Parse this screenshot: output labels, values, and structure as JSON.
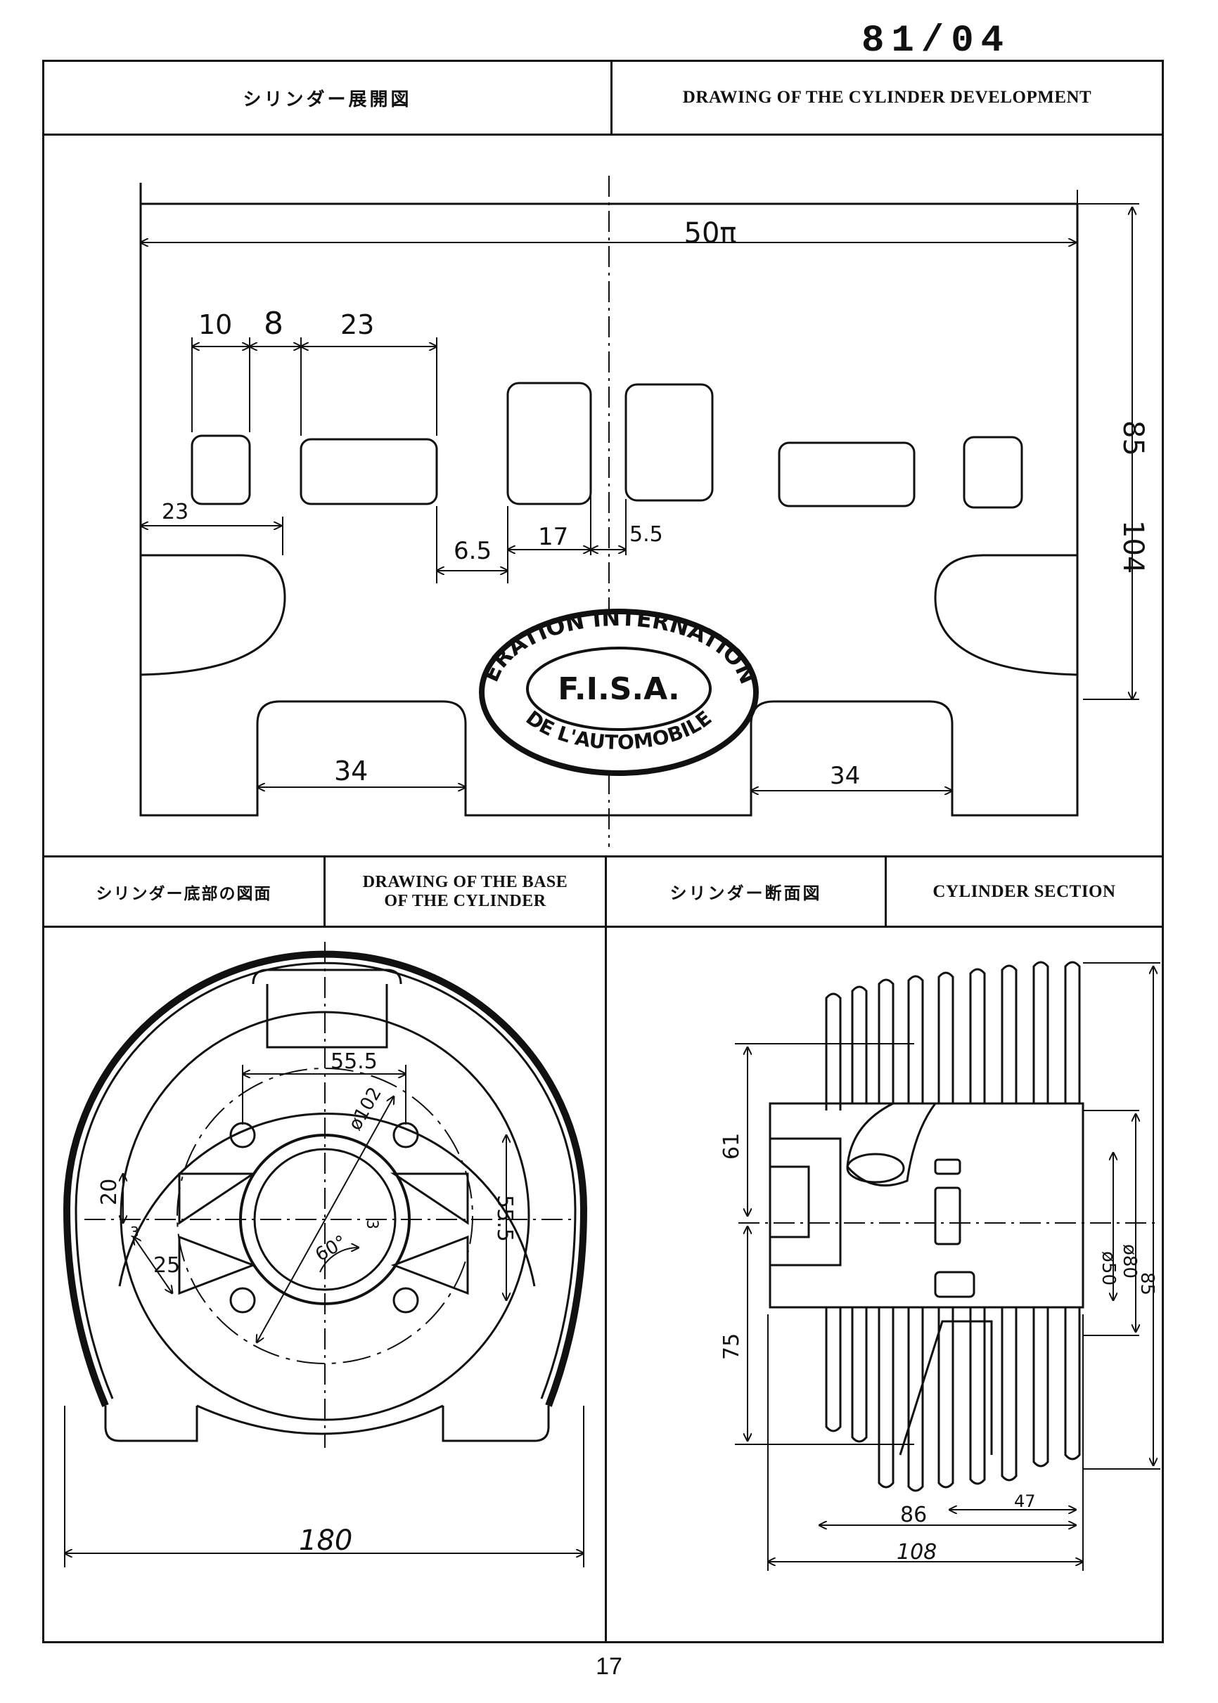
{
  "page": {
    "doc_number": "81/04",
    "page_number": "17"
  },
  "top_panel": {
    "title_jp": "シリンダー展開図",
    "title_en": "DRAWING OF THE CYLINDER DEVELOPMENT",
    "dims": {
      "width": "50π",
      "height_104": "104",
      "height_85": "85",
      "d10": "10",
      "d8": "8",
      "d23_top": "23",
      "d23_left": "23",
      "d6_5": "6.5",
      "d17": "17",
      "d5_5": "5.5",
      "d34_left": "34",
      "d34_right": "34"
    },
    "stamp": {
      "outer_text": "FEDERATION INTERNATIONALE",
      "inner_text": "F.I.S.A.",
      "bottom_text": "DE L'AUTOMOBILE"
    }
  },
  "base_panel": {
    "title_jp": "シリンダー底部の図面",
    "title_en_line1": "DRAWING OF THE BASE",
    "title_en_line2": "OF THE CYLINDER",
    "dims": {
      "d55_5_top": "55.5",
      "d102": "ø102",
      "d20": "20",
      "d55_5_right": "55.5",
      "d3_left": "3",
      "d25": "25",
      "d3_center": "3",
      "d60": "60°",
      "d180": "180"
    }
  },
  "section_panel": {
    "title_jp": "シリンダー断面図",
    "title_en": "CYLINDER SECTION",
    "dims": {
      "d61": "61",
      "d75": "75",
      "d50": "ø50",
      "d80": "ø80",
      "d85": "85",
      "d86": "86",
      "d47": "47",
      "d108": "108"
    }
  }
}
